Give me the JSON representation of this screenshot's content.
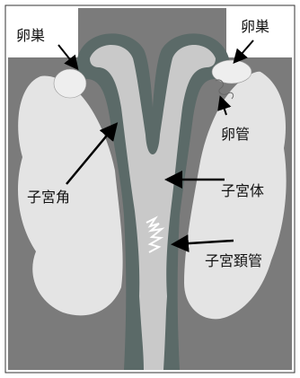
{
  "labels": {
    "ovary_left": "卵巣",
    "ovary_right": "卵巣",
    "oviduct": "卵管",
    "uterine_horn": "子宮角",
    "uterine_body": "子宮体",
    "cervix": "子宮頚管"
  },
  "colors": {
    "photo_background": "#7b7b7b",
    "tissue": "#e4e4e4",
    "uterus_wall": "#5b6a68",
    "lumen": "#c9c9c9",
    "label_box": "#ffffff",
    "arrow": "#000000"
  }
}
